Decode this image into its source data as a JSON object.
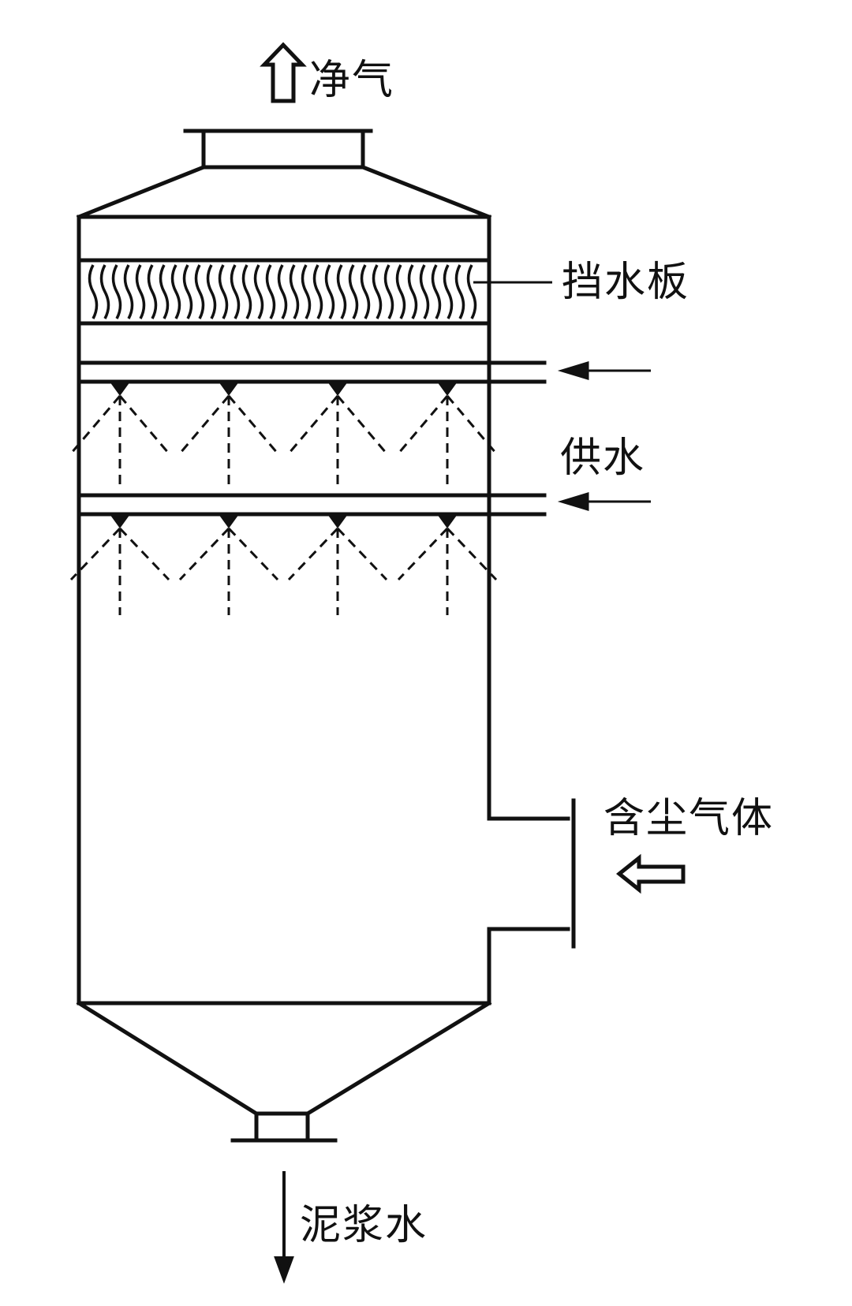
{
  "labels": {
    "clean_gas": "净气",
    "baffle": "挡水板",
    "water_supply": "供水",
    "dusty_gas": "含尘气体",
    "slurry": "泥浆水"
  },
  "colors": {
    "line": "#111111",
    "background": "#ffffff"
  },
  "icons": [
    "up-hollow-arrow-icon",
    "left-hollow-arrow-icon",
    "left-arrow-icon",
    "down-arrow-icon",
    "spray-nozzle-icon"
  ]
}
